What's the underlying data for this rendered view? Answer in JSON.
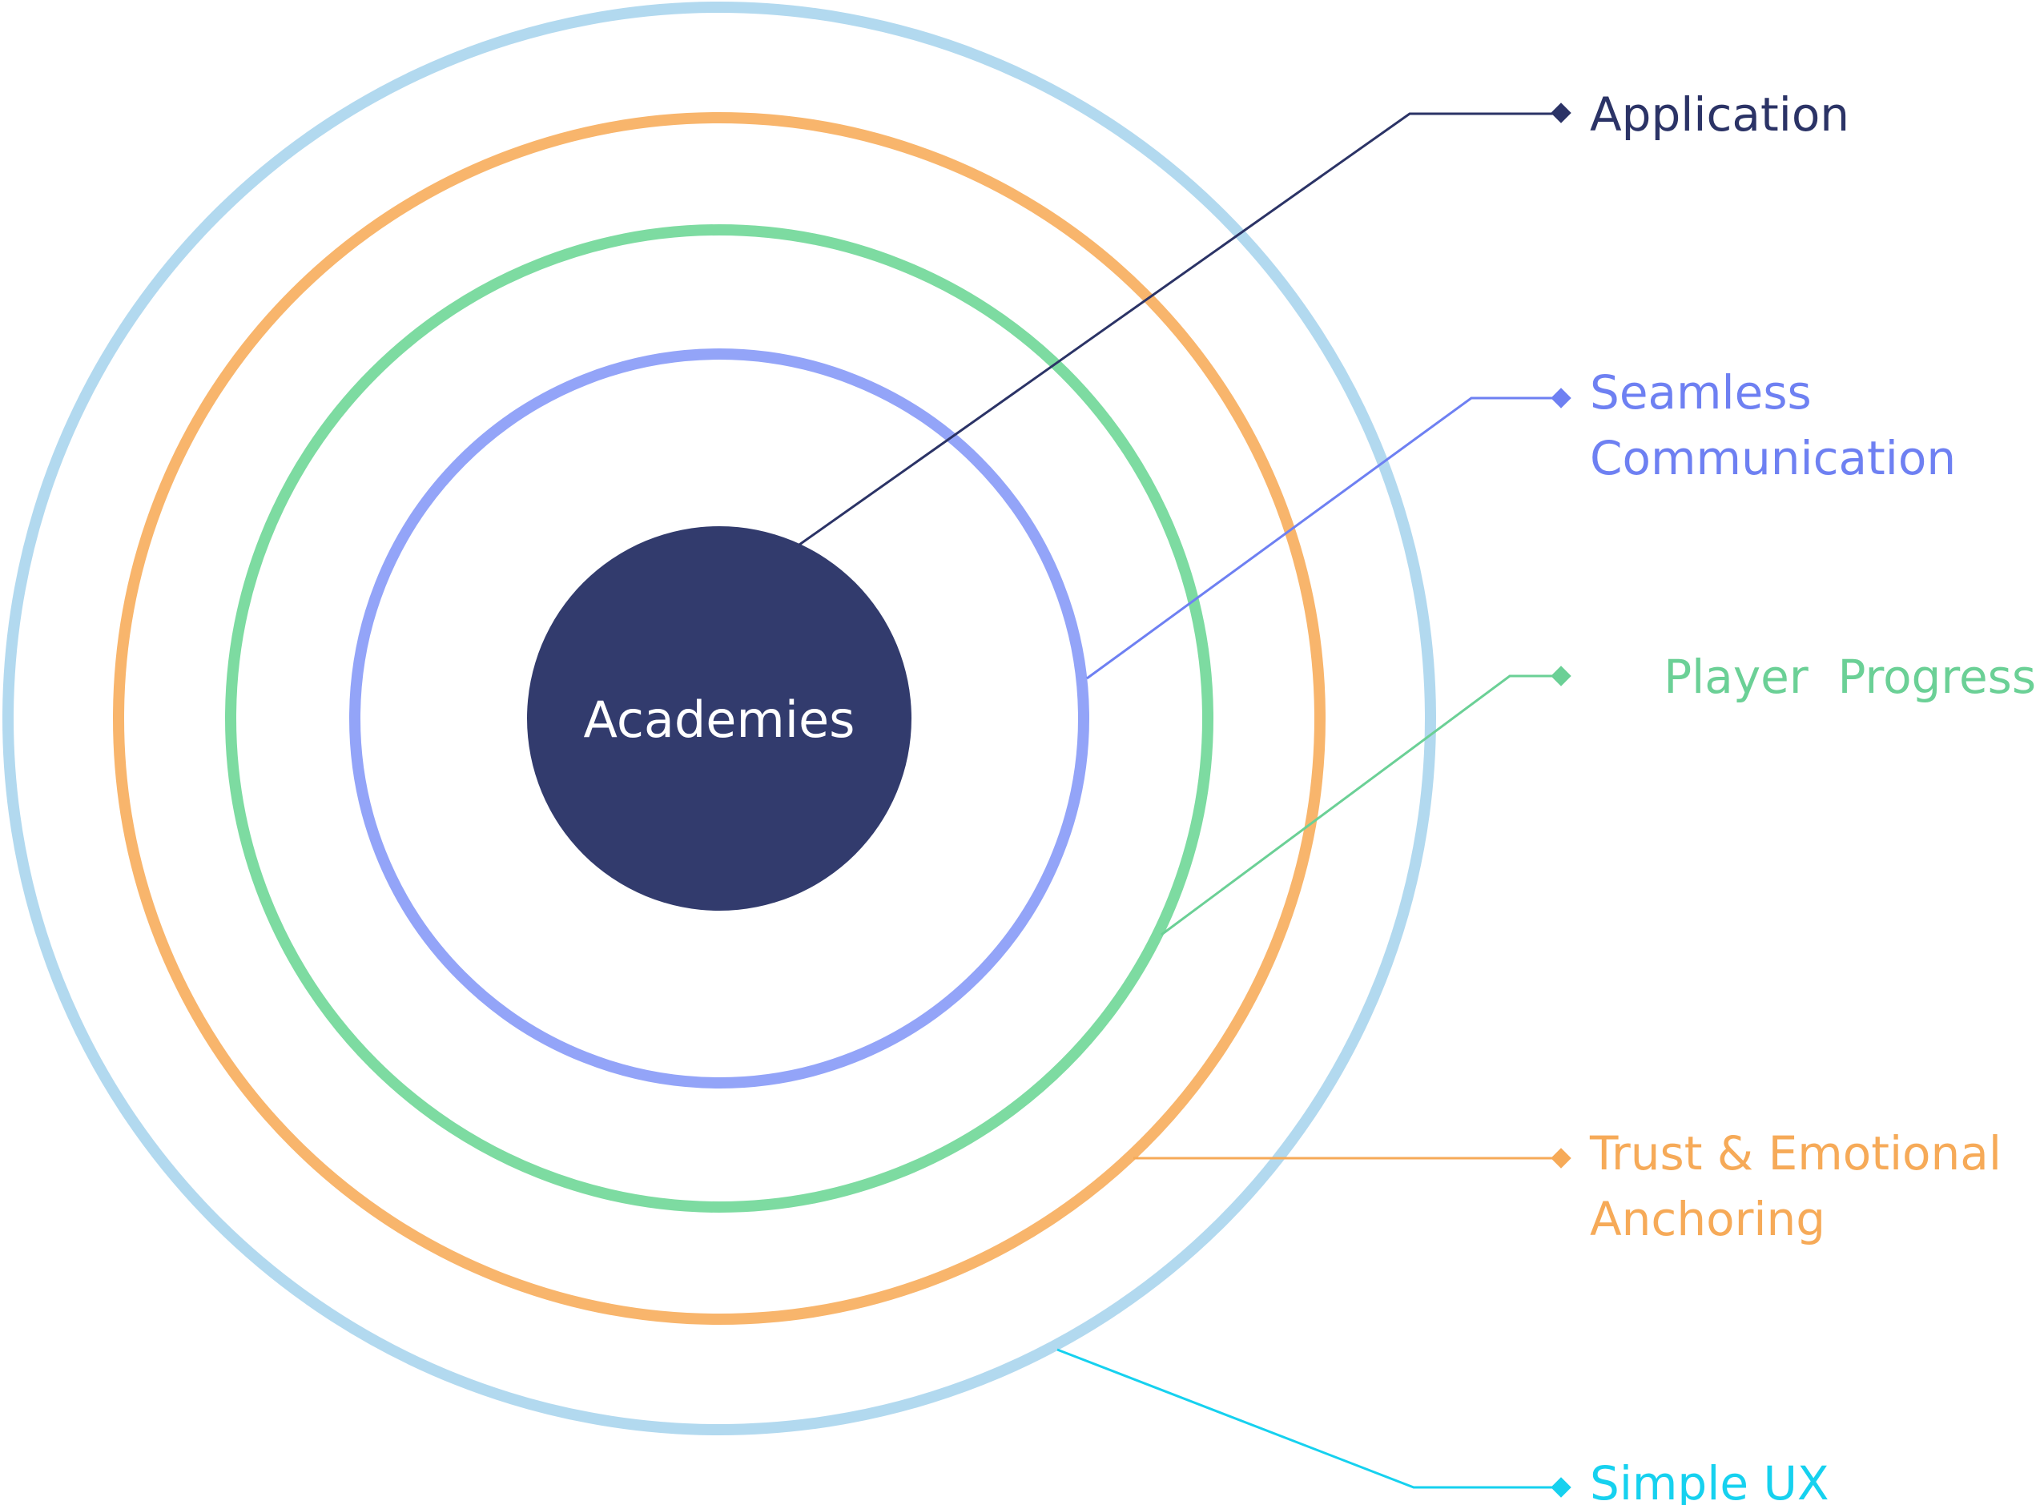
{
  "center": {
    "label": "Academies",
    "fill": "#323b6d",
    "text_color": "#ffffff"
  },
  "rings": [
    {
      "name": "Simple UX",
      "color": "#b2d9ef"
    },
    {
      "name": "Trust & Emotional Anchoring",
      "color": "#f8b56c"
    },
    {
      "name": "Player Progress",
      "color": "#7ddba1"
    },
    {
      "name": "Seamless Communication",
      "color": "#93a4f8"
    }
  ],
  "labels": {
    "application": {
      "lines": [
        "Application"
      ],
      "color": "#2b3366"
    },
    "seamless_communication": {
      "lines": [
        "Seamless",
        "Communication"
      ],
      "color": "#6e80f2"
    },
    "player_progress": {
      "lines": [
        "Player  Progress"
      ],
      "color": "#6bd096"
    },
    "trust_anchoring": {
      "lines": [
        "Trust & Emotional",
        "Anchoring"
      ],
      "color": "#f6aa58"
    },
    "simple_ux": {
      "lines": [
        "Simple UX"
      ],
      "color": "#16d1ef"
    }
  }
}
